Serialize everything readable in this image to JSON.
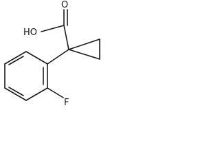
{
  "molecule": {
    "atoms": {
      "oxygen_carbonyl": "O",
      "hydroxyl": "HO",
      "fluorine": "F"
    },
    "colors": {
      "bond": "#1a1a1a",
      "background": "#ffffff"
    }
  }
}
